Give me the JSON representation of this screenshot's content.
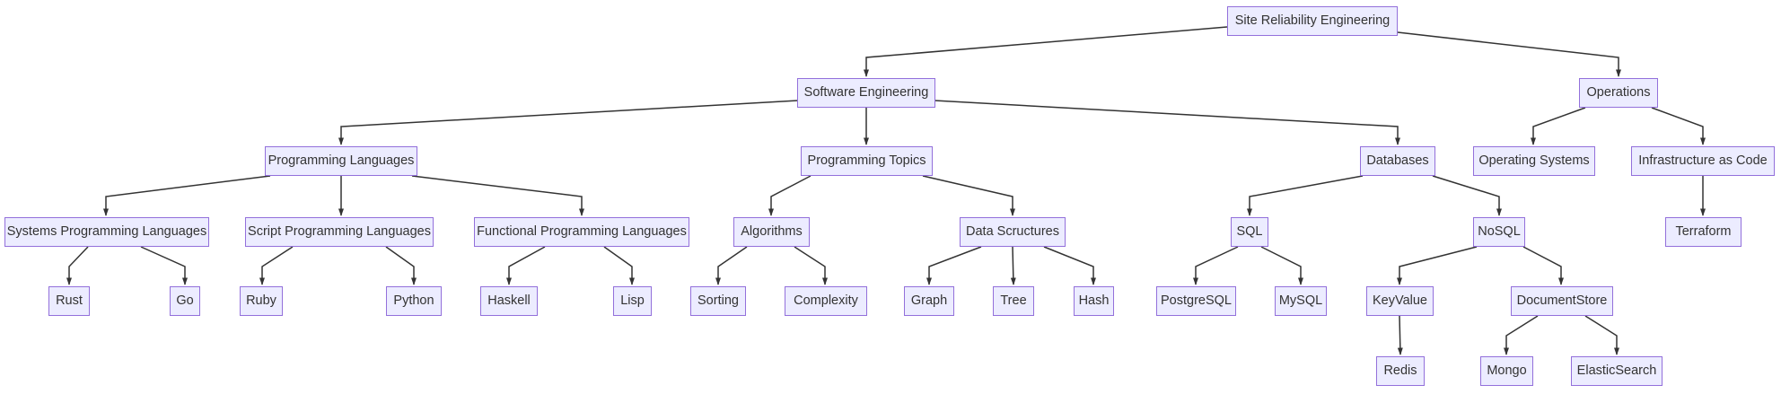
{
  "diagram": {
    "type": "flowchart",
    "direction": "top-down",
    "title": "Site Reliability Engineering knowledge tree",
    "colors": {
      "background": "#FFFFFF",
      "node_fill": "#ECECFF",
      "node_border": "#9370DB",
      "edge": "#333333",
      "text": "#333333"
    },
    "nodes": {
      "sre": {
        "label": "Site Reliability Engineering"
      },
      "swe": {
        "label": "Software Engineering"
      },
      "operations": {
        "label": "Operations"
      },
      "prog_langs": {
        "label": "Programming Languages"
      },
      "prog_topics": {
        "label": "Programming Topics"
      },
      "databases": {
        "label": "Databases"
      },
      "op_systems": {
        "label": "Operating Systems"
      },
      "iac": {
        "label": "Infrastructure as Code"
      },
      "sys_pl": {
        "label": "Systems Programming Languages"
      },
      "script_pl": {
        "label": "Script Programming Languages"
      },
      "func_pl": {
        "label": "Functional Programming Languages"
      },
      "algorithms": {
        "label": "Algorithms"
      },
      "data_structs": {
        "label": "Data Scructures"
      },
      "sql": {
        "label": "SQL"
      },
      "nosql": {
        "label": "NoSQL"
      },
      "terraform": {
        "label": "Terraform"
      },
      "rust": {
        "label": "Rust"
      },
      "go": {
        "label": "Go"
      },
      "ruby": {
        "label": "Ruby"
      },
      "python": {
        "label": "Python"
      },
      "haskell": {
        "label": "Haskell"
      },
      "lisp": {
        "label": "Lisp"
      },
      "sorting": {
        "label": "Sorting"
      },
      "complexity": {
        "label": "Complexity"
      },
      "graph": {
        "label": "Graph"
      },
      "tree": {
        "label": "Tree"
      },
      "hash": {
        "label": "Hash"
      },
      "postgresql": {
        "label": "PostgreSQL"
      },
      "mysql": {
        "label": "MySQL"
      },
      "keyvalue": {
        "label": "KeyValue"
      },
      "docstore": {
        "label": "DocumentStore"
      },
      "redis": {
        "label": "Redis"
      },
      "mongo": {
        "label": "Mongo"
      },
      "elasticsearch": {
        "label": "ElasticSearch"
      }
    },
    "edges": [
      {
        "from": "sre",
        "to": "swe"
      },
      {
        "from": "sre",
        "to": "operations"
      },
      {
        "from": "swe",
        "to": "prog_langs"
      },
      {
        "from": "swe",
        "to": "prog_topics"
      },
      {
        "from": "swe",
        "to": "databases"
      },
      {
        "from": "operations",
        "to": "op_systems"
      },
      {
        "from": "operations",
        "to": "iac"
      },
      {
        "from": "prog_langs",
        "to": "sys_pl"
      },
      {
        "from": "prog_langs",
        "to": "script_pl"
      },
      {
        "from": "prog_langs",
        "to": "func_pl"
      },
      {
        "from": "prog_topics",
        "to": "algorithms"
      },
      {
        "from": "prog_topics",
        "to": "data_structs"
      },
      {
        "from": "databases",
        "to": "sql"
      },
      {
        "from": "databases",
        "to": "nosql"
      },
      {
        "from": "iac",
        "to": "terraform"
      },
      {
        "from": "sys_pl",
        "to": "rust"
      },
      {
        "from": "sys_pl",
        "to": "go"
      },
      {
        "from": "script_pl",
        "to": "ruby"
      },
      {
        "from": "script_pl",
        "to": "python"
      },
      {
        "from": "func_pl",
        "to": "haskell"
      },
      {
        "from": "func_pl",
        "to": "lisp"
      },
      {
        "from": "algorithms",
        "to": "sorting"
      },
      {
        "from": "algorithms",
        "to": "complexity"
      },
      {
        "from": "data_structs",
        "to": "graph"
      },
      {
        "from": "data_structs",
        "to": "tree"
      },
      {
        "from": "data_structs",
        "to": "hash"
      },
      {
        "from": "sql",
        "to": "postgresql"
      },
      {
        "from": "sql",
        "to": "mysql"
      },
      {
        "from": "nosql",
        "to": "keyvalue"
      },
      {
        "from": "nosql",
        "to": "docstore"
      },
      {
        "from": "keyvalue",
        "to": "redis"
      },
      {
        "from": "docstore",
        "to": "mongo"
      },
      {
        "from": "docstore",
        "to": "elasticsearch"
      }
    ]
  }
}
